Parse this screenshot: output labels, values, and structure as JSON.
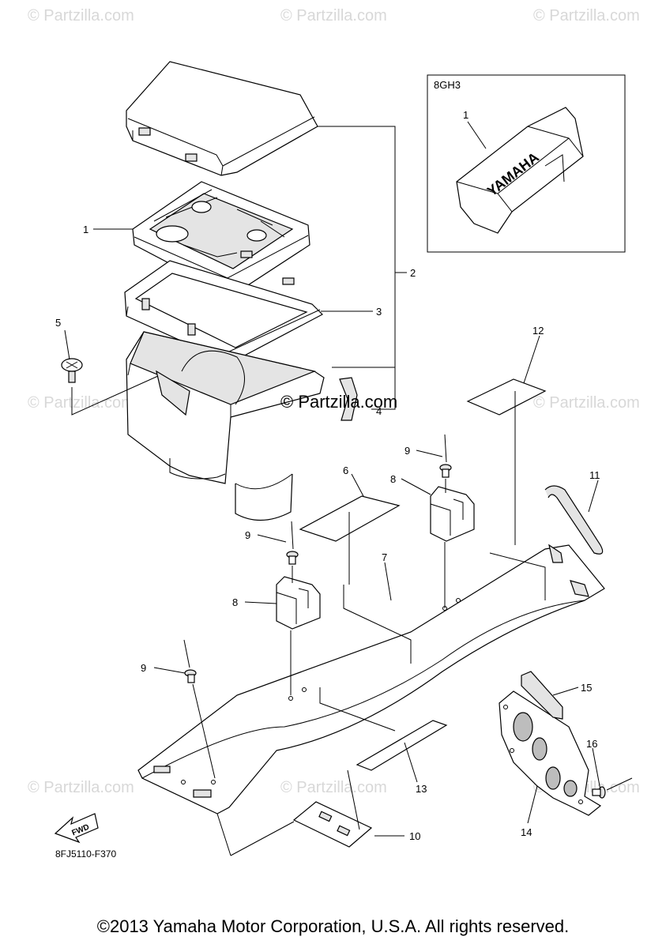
{
  "watermarks": {
    "text": "© Partzilla.com",
    "main_text": "© Partzilla.com"
  },
  "inset": {
    "label": "8GH3",
    "part_number": "1",
    "brand_text": "YAMAHA"
  },
  "callouts": {
    "c1": "1",
    "c2": "2",
    "c3": "3",
    "c4": "4",
    "c5": "5",
    "c6": "6",
    "c7": "7",
    "c8a": "8",
    "c8b": "8",
    "c9a": "9",
    "c9b": "9",
    "c9c": "9",
    "c10": "10",
    "c11": "11",
    "c12": "12",
    "c13": "13",
    "c14": "14",
    "c15": "15",
    "c16": "16"
  },
  "fwd_label": "FWD",
  "diagram_code": "8FJ5110-F370",
  "copyright": "©2013 Yamaha Motor Corporation, U.S.A. All rights reserved."
}
